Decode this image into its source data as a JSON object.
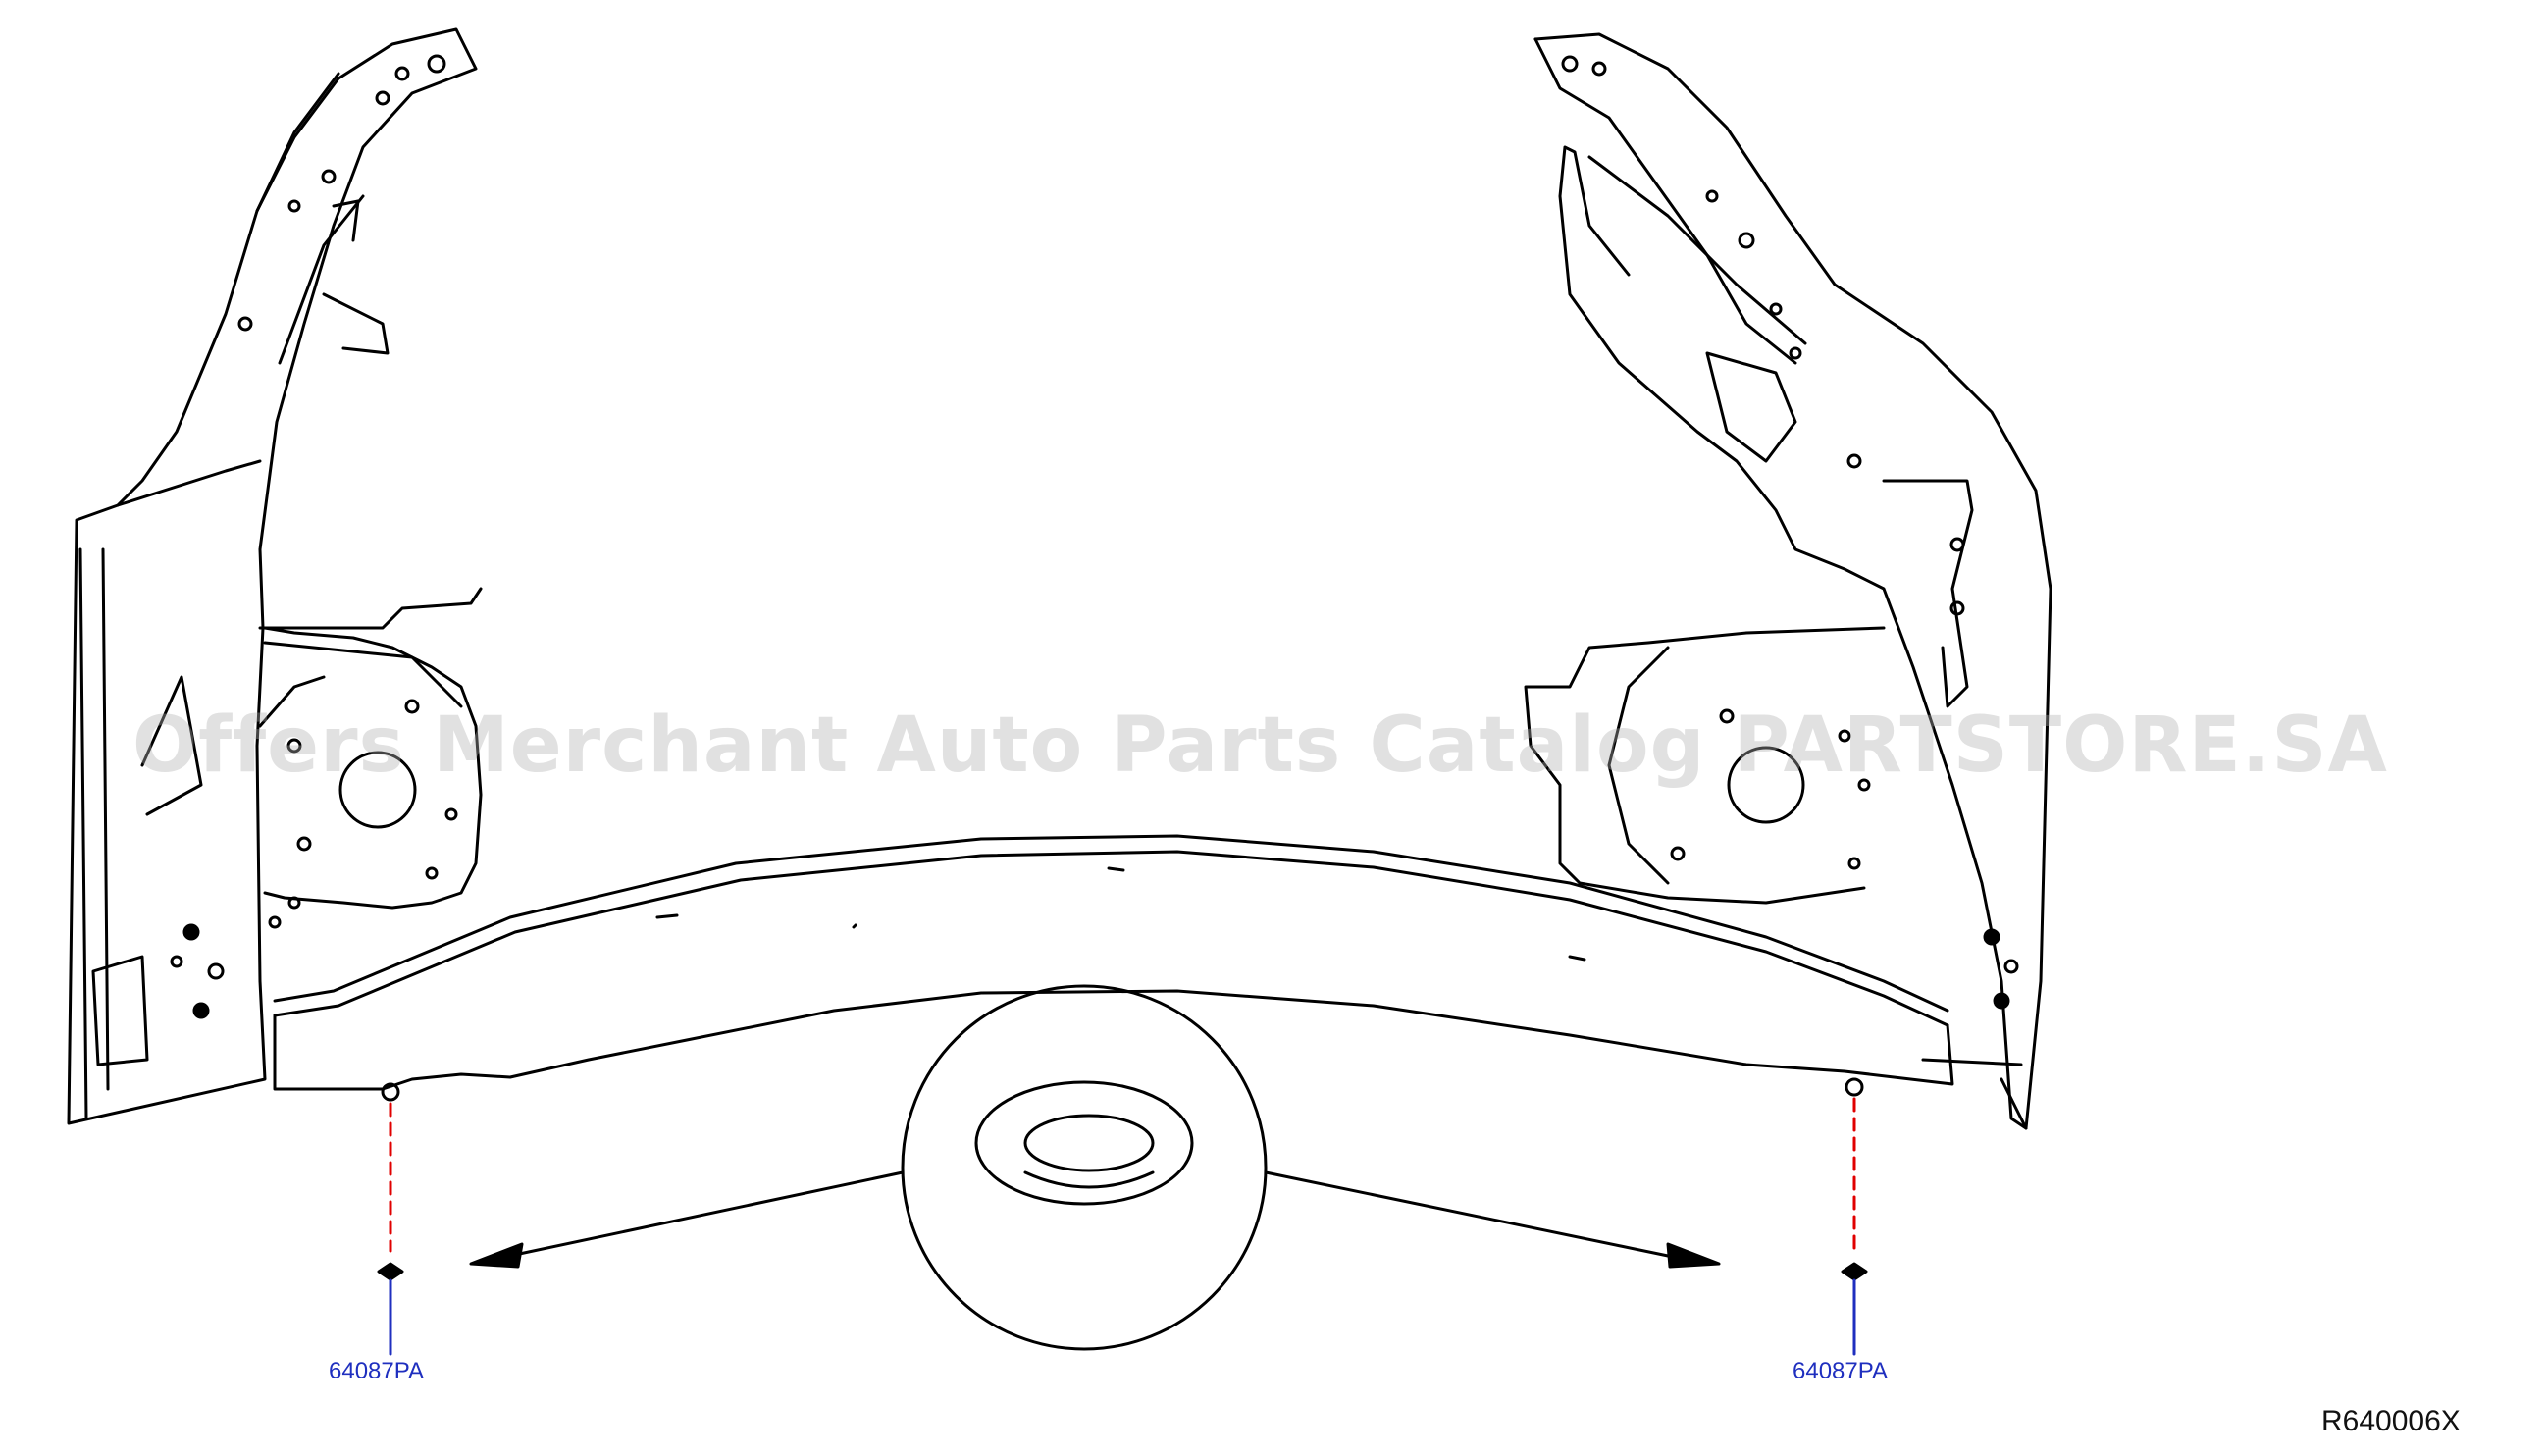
{
  "diagram": {
    "part_labels": [
      "64087PA",
      "64087PA"
    ],
    "diagram_id": "R640006X",
    "watermark": "Offers Merchant Auto Parts Catalog PARTSTORE.SA"
  },
  "colors": {
    "line": "#000000",
    "callout_leader": "#1f2fbf",
    "dashed_guide": "#e00000",
    "watermark": "#afafaf"
  }
}
